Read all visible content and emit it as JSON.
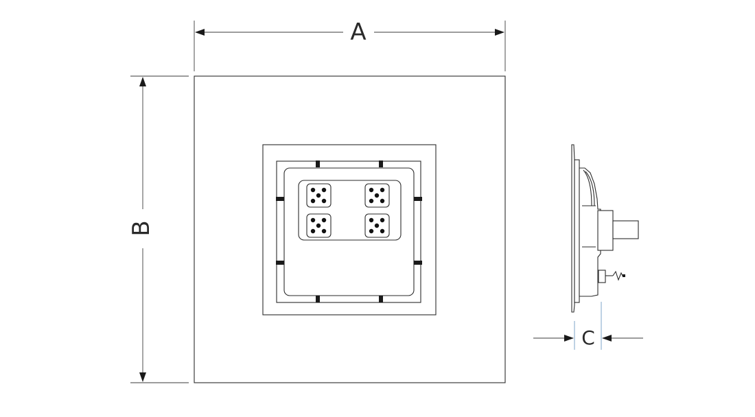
{
  "dimensions": {
    "width_label": "A",
    "height_label": "B",
    "depth_label": "C"
  },
  "figure": {
    "front_view": {
      "led_modules": 4,
      "dots_per_module": 5
    },
    "side_view": {}
  },
  "colors": {
    "line": "#2a2a2a",
    "accent_line": "#7da6c8",
    "background": "#ffffff"
  }
}
